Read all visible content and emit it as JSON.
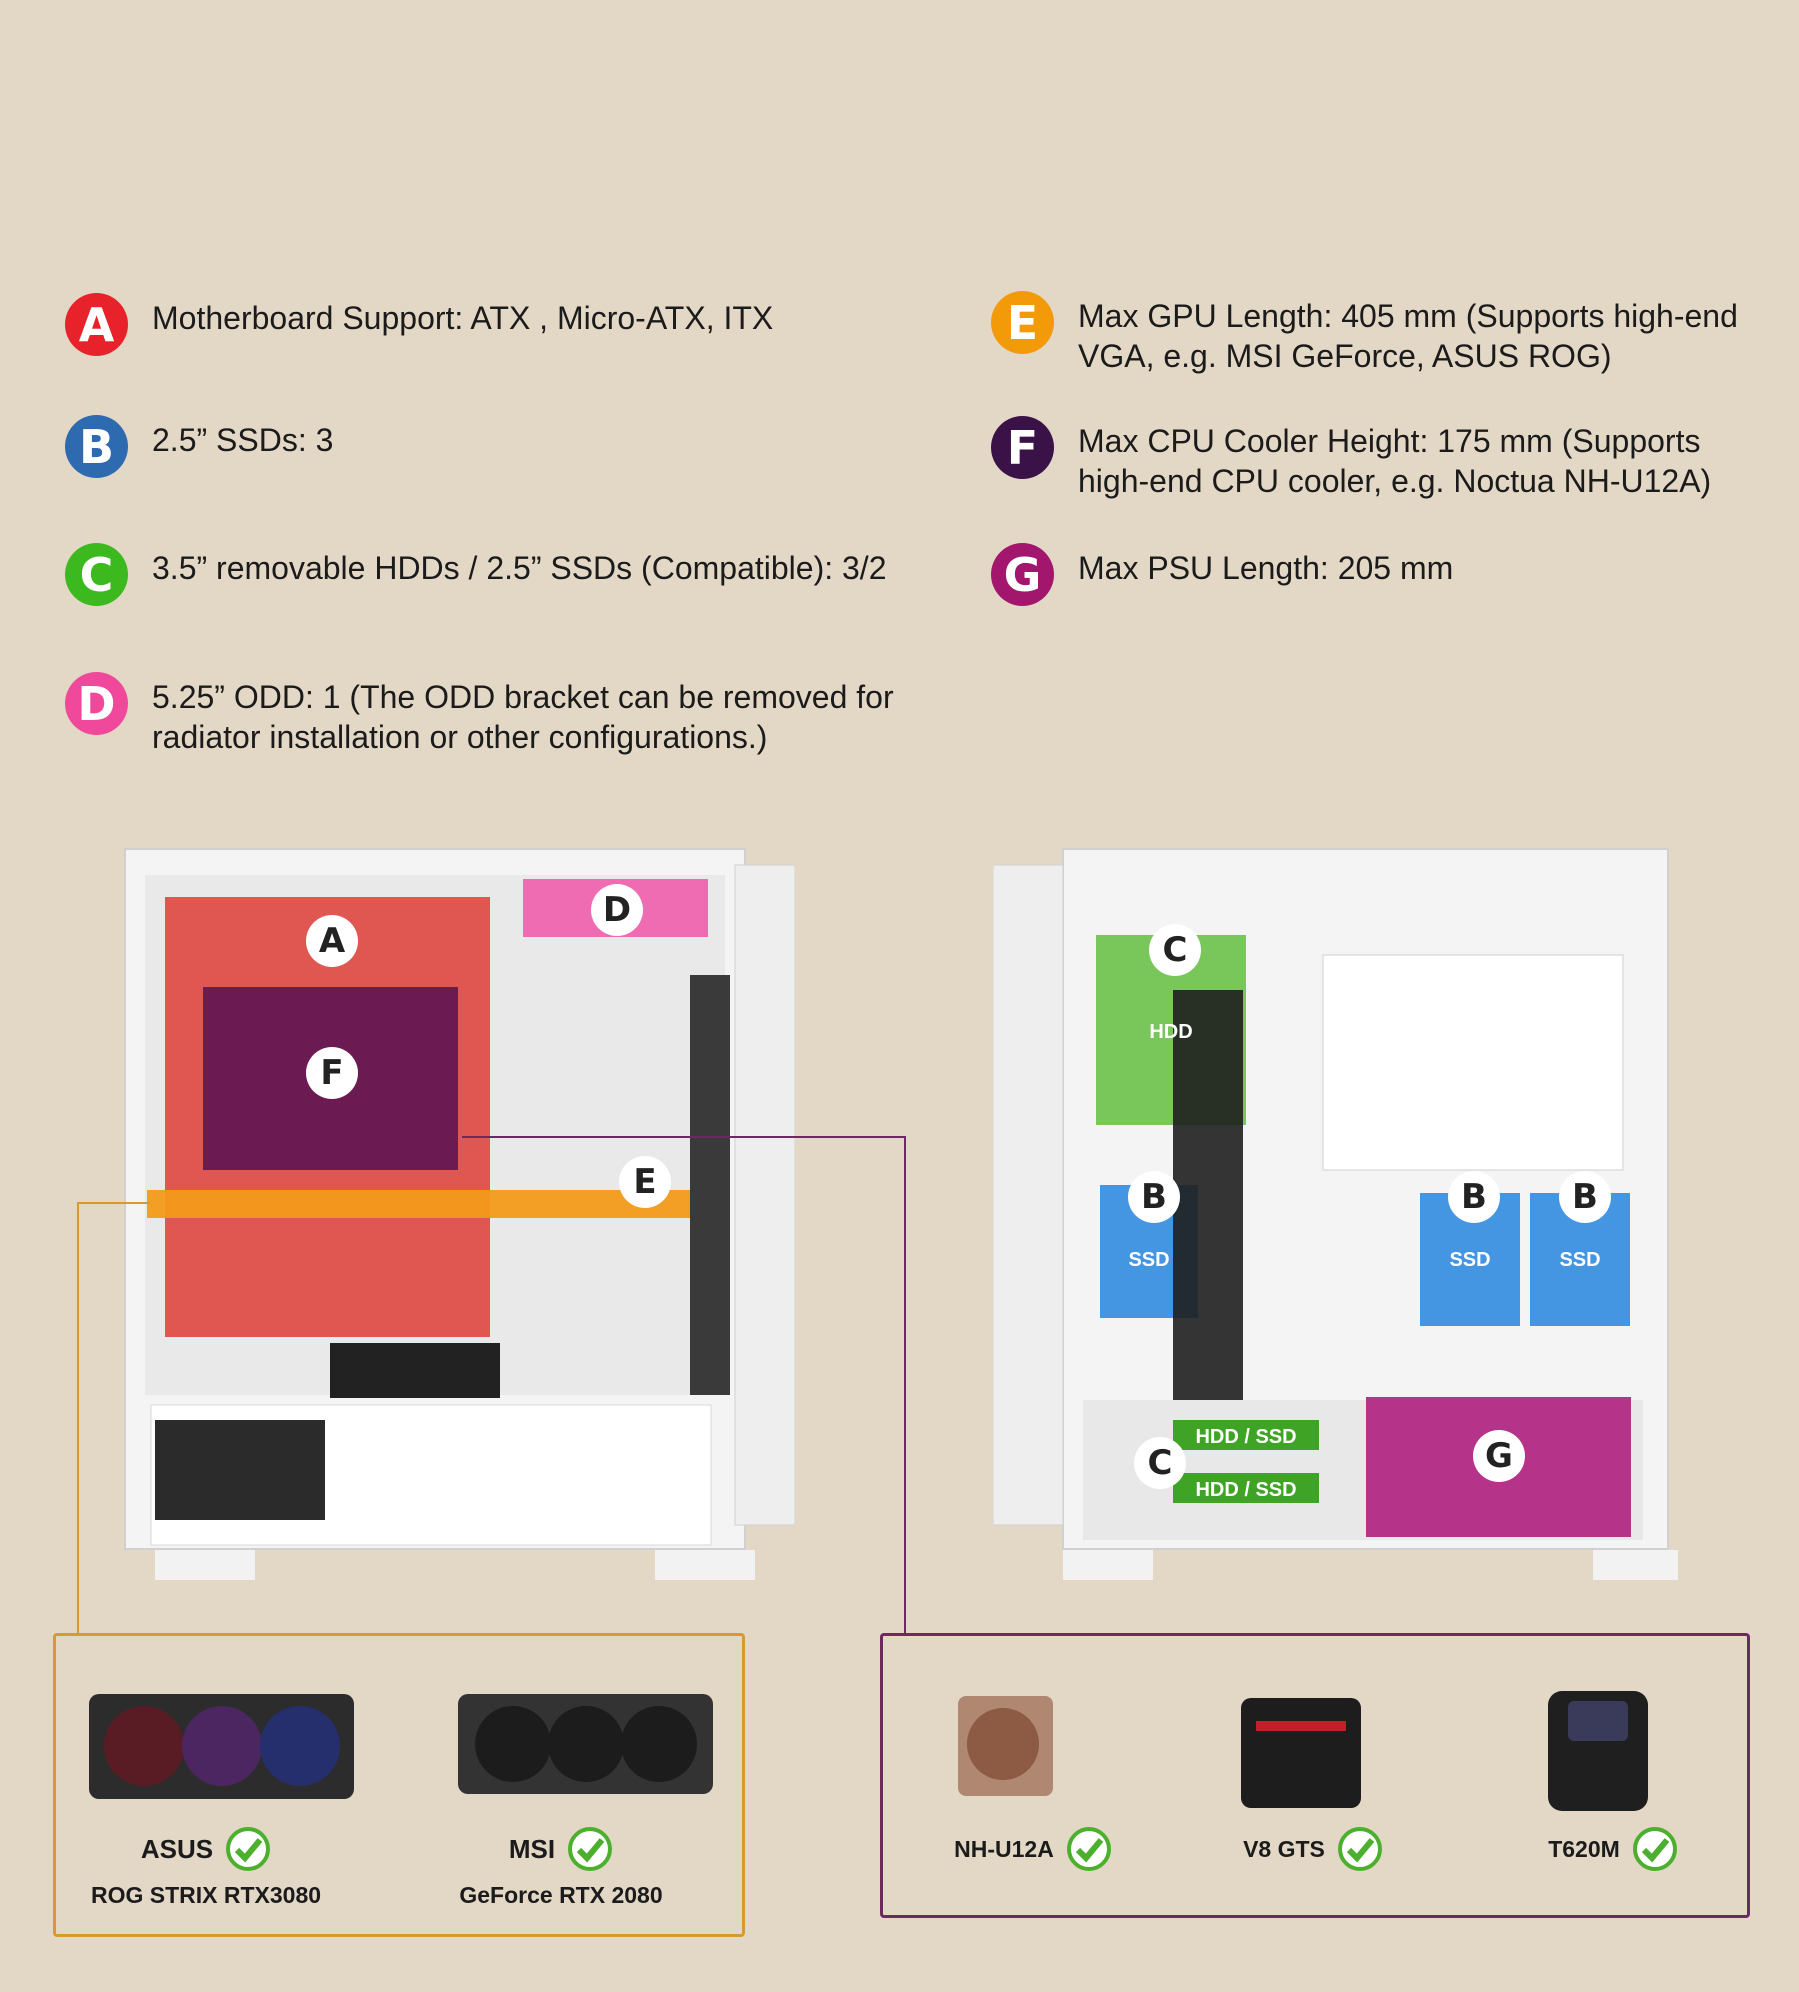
{
  "specs": [
    {
      "letter": "A",
      "color": "#e8222a",
      "text": "Motherboard Support: ATX , Micro-ATX, ITX"
    },
    {
      "letter": "B",
      "color": "#2e6ab0",
      "text": "2.5” SSDs: 3"
    },
    {
      "letter": "C",
      "color": "#3cb91f",
      "text": "3.5” removable HDDs / 2.5” SSDs (Compatible): 3/2"
    },
    {
      "letter": "D",
      "color": "#f0489a",
      "text": "5.25” ODD: 1 (The ODD bracket can be removed for radiator installation or other configurations.)"
    },
    {
      "letter": "E",
      "color": "#f39a09",
      "text": "Max GPU Length: 405 mm (Supports high-end VGA, e.g. MSI GeForce, ASUS ROG)"
    },
    {
      "letter": "F",
      "color": "#3a1248",
      "text": "Max CPU Cooler Height: 175 mm (Supports high-end CPU cooler, e.g. Noctua NH-U12A)"
    },
    {
      "letter": "G",
      "color": "#a3166d",
      "text": "Max PSU Length: 205 mm"
    }
  ],
  "front_callouts": [
    "A",
    "D",
    "F",
    "E"
  ],
  "rear_zones": {
    "hdd": "HDD",
    "ssd": "SSD",
    "hdd_ssd": "HDD / SSD"
  },
  "rear_callouts": [
    "C",
    "B",
    "B",
    "B",
    "C",
    "G"
  ],
  "gpus": [
    {
      "brand": "ASUS",
      "model": "ROG STRIX RTX3080"
    },
    {
      "brand": "MSI",
      "model": "GeForce RTX 2080"
    }
  ],
  "coolers": [
    {
      "name": "NH-U12A"
    },
    {
      "name": "V8 GTS"
    },
    {
      "name": "T620M"
    }
  ],
  "colors": {
    "gpu_box": "#d69a32",
    "cooler_box": "#6b2a60",
    "check": "#4caf2e"
  }
}
